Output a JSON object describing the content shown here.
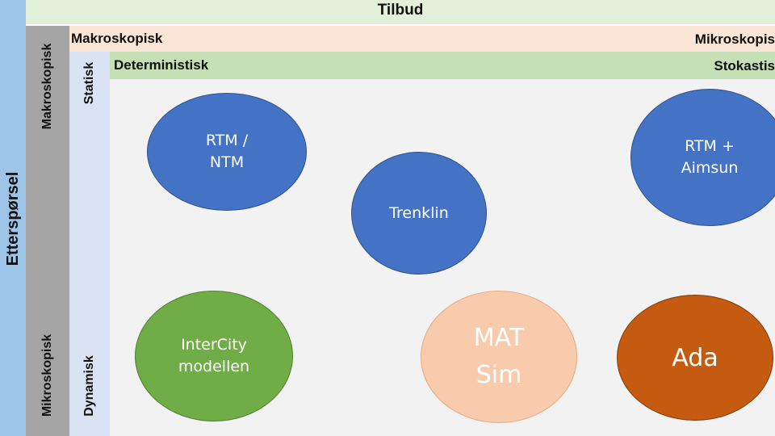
{
  "supply": {
    "title": "Tilbud",
    "scale_left": "Makroskopisk",
    "scale_right": "Mikroskopis",
    "type_left": "Deterministisk",
    "type_right": "Stokastis"
  },
  "demand": {
    "title": "Etterspørsel",
    "scale_top": "Makroskopisk",
    "scale_bottom": "Mikroskopisk",
    "type_top": "Statisk",
    "type_bottom": "Dynamisk"
  },
  "models": [
    {
      "label": "RTM /\nNTM",
      "fill": "#4472c4"
    },
    {
      "label": "Trenklin",
      "fill": "#4472c4"
    },
    {
      "label": "RTM +\nAimsun",
      "fill": "#4472c4"
    },
    {
      "label": "InterCity\nmodellen",
      "fill": "#70ad47"
    },
    {
      "label": "MAT\nSim",
      "fill": "#f8cbad"
    },
    {
      "label": "Ada",
      "fill": "#c55a11"
    }
  ],
  "colors": {
    "supply_band": "#e2efd9",
    "demand_band": "#9dc3e6",
    "macro_micro_band": "#fbe5d6",
    "static_stochastic_band": "#c5e0b4",
    "demand_scale_band": "#a5a5a5",
    "demand_type_band": "#dae3f3",
    "matrix_background": "#f2f2f2"
  }
}
